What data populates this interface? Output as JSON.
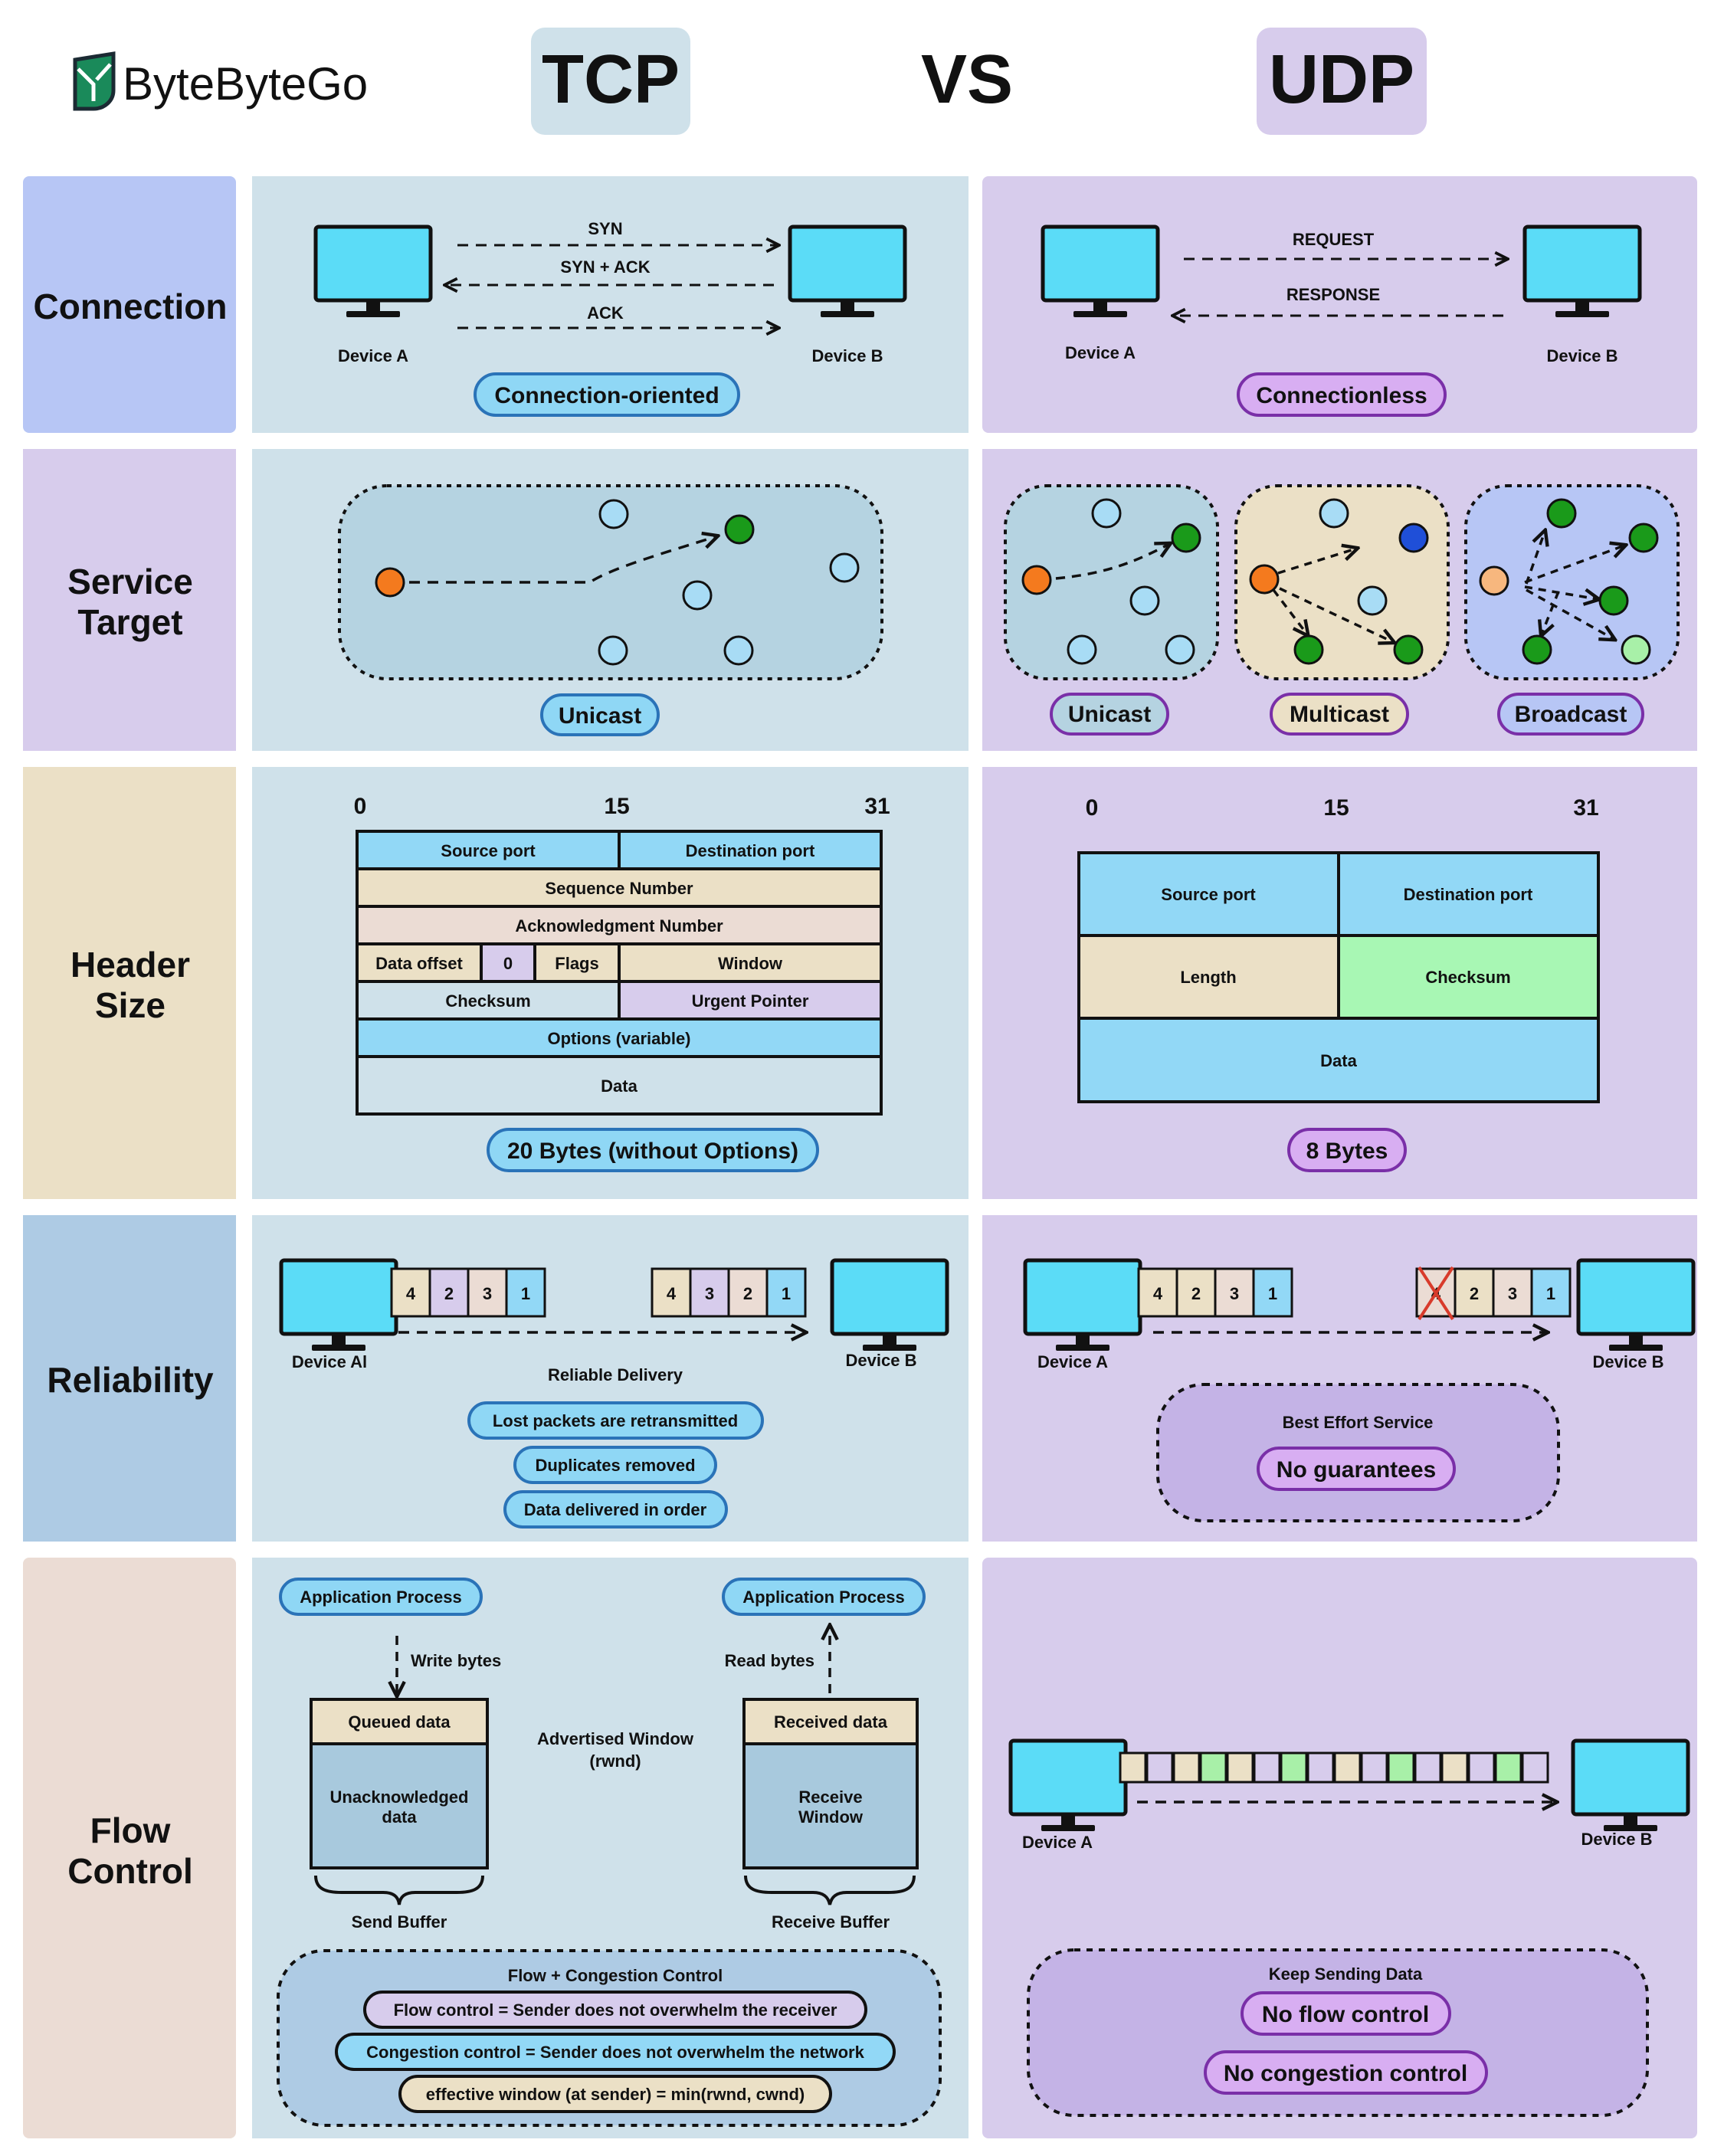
{
  "brand": {
    "name": "ByteByteGo"
  },
  "title": {
    "left": "TCP",
    "middle": "VS",
    "right": "UDP"
  },
  "colors": {
    "tcp_bg": "#cfe1ea",
    "udp_bg": "#d7ccec",
    "monitor": "#5bdcf7",
    "pill_blue": "#8fd7f5",
    "pill_purple": "#d8aef2",
    "pill_blue_border": "#2a73b8",
    "pill_purple_border": "#7a2fa8"
  },
  "categories": {
    "connection": "Connection",
    "service_target": [
      "Service",
      "Target"
    ],
    "header_size": [
      "Header",
      "Size"
    ],
    "reliability": "Reliability",
    "flow_control": [
      "Flow",
      "Control"
    ]
  },
  "connection": {
    "tcp": {
      "device_a": "Device A",
      "device_b": "Device B",
      "syn": "SYN",
      "syn_ack": "SYN + ACK",
      "ack": "ACK",
      "pill": "Connection-oriented"
    },
    "udp": {
      "device_a": "Device A",
      "device_b": "Device B",
      "request": "REQUEST",
      "response": "RESPONSE",
      "pill": "Connectionless"
    }
  },
  "service_target": {
    "tcp": {
      "pill": "Unicast"
    },
    "udp": {
      "unicast": "Unicast",
      "multicast": "Multicast",
      "broadcast": "Broadcast"
    }
  },
  "header": {
    "tcp": {
      "bits": [
        "0",
        "15",
        "31"
      ],
      "source_port": "Source port",
      "destination_port": "Destination port",
      "sequence_number": "Sequence Number",
      "ack_number": "Acknowledgment Number",
      "data_offset": "Data offset",
      "zero": "0",
      "flags": "Flags",
      "window": "Window",
      "checksum": "Checksum",
      "urgent_pointer": "Urgent Pointer",
      "options": "Options (variable)",
      "data": "Data",
      "pill": "20 Bytes (without Options)"
    },
    "udp": {
      "bits": [
        "0",
        "15",
        "31"
      ],
      "source_port": "Source port",
      "destination_port": "Destination port",
      "length": "Length",
      "checksum": "Checksum",
      "data": "Data",
      "pill": "8 Bytes"
    }
  },
  "reliability": {
    "tcp": {
      "device_a": "Device Al",
      "device_b": "Device B",
      "sent_packets": [
        "4",
        "2",
        "3",
        "1"
      ],
      "received_packets": [
        "4",
        "3",
        "2",
        "1"
      ],
      "caption": "Reliable Delivery",
      "features": [
        "Lost packets are retransmitted",
        "Duplicates removed",
        "Data delivered in order"
      ]
    },
    "udp": {
      "device_a": "Device A",
      "device_b": "Device B",
      "sent_packets": [
        "4",
        "2",
        "3",
        "1"
      ],
      "received_packets": [
        "4",
        "2",
        "3",
        "1"
      ],
      "caption": "Best Effort Service",
      "pill": "No guarantees"
    }
  },
  "flow_control": {
    "tcp": {
      "app_process_left": "Application Process",
      "app_process_right": "Application Process",
      "write_bytes": "Write bytes",
      "read_bytes": "Read bytes",
      "queued_data": "Queued data",
      "unacked_data": [
        "Unacknowledged",
        "data"
      ],
      "send_buffer": "Send Buffer",
      "advertised_window": [
        "Advertised Window",
        "(rwnd)"
      ],
      "received_data": "Received data",
      "receive_window": [
        "Receive",
        "Window"
      ],
      "receive_buffer": "Receive Buffer",
      "box_title": "Flow + Congestion Control",
      "rules": [
        "Flow control = Sender does not overwhelm the receiver",
        "Congestion control = Sender does not overwhelm the network",
        "effective window (at sender) = min(rwnd, cwnd)"
      ]
    },
    "udp": {
      "device_a": "Device A",
      "device_b": "Device B",
      "box_title": "Keep Sending Data",
      "pills": [
        "No flow control",
        "No congestion control"
      ]
    }
  }
}
